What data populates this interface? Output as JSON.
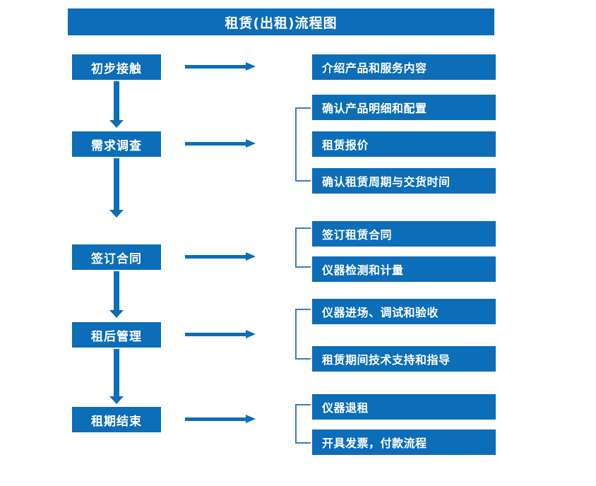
{
  "diagram": {
    "title": "租赁(出租)流程图",
    "accent_color": "#0C6DB8",
    "bracket_color": "#3D7BBF",
    "background_color": "#FFFFFF",
    "stages": [
      {
        "id": "stage-1",
        "label": "初步接触",
        "details": [
          "介绍产品和服务内容"
        ],
        "has_bracket": false,
        "has_down_arrow": true
      },
      {
        "id": "stage-2",
        "label": "需求调查",
        "details": [
          "确认产品明细和配置",
          "租赁报价",
          "确认租赁周期与交货时间"
        ],
        "has_bracket": true,
        "has_down_arrow": true
      },
      {
        "id": "stage-3",
        "label": "签订合同",
        "details": [
          "签订租赁合同",
          "仪器检测和计量"
        ],
        "has_bracket": true,
        "has_down_arrow": true
      },
      {
        "id": "stage-4",
        "label": "租后管理",
        "details": [
          "仪器进场、调试和验收",
          "租赁期间技术支持和指导"
        ],
        "has_bracket": true,
        "has_down_arrow": true
      },
      {
        "id": "stage-5",
        "label": "租期结束",
        "details": [
          "仪器退租",
          "开具发票，付款流程"
        ],
        "has_bracket": true,
        "has_down_arrow": false
      }
    ],
    "detail_boxes_flat": [
      "介绍产品和服务内容",
      "确认产品明细和配置",
      "租赁报价",
      "确认租赁周期与交货时间",
      "签订租赁合同",
      "仪器检测和计量",
      "仪器进场、调试和验收",
      "租赁期间技术支持和指导",
      "仪器退租",
      "开具发票，付款流程"
    ]
  }
}
